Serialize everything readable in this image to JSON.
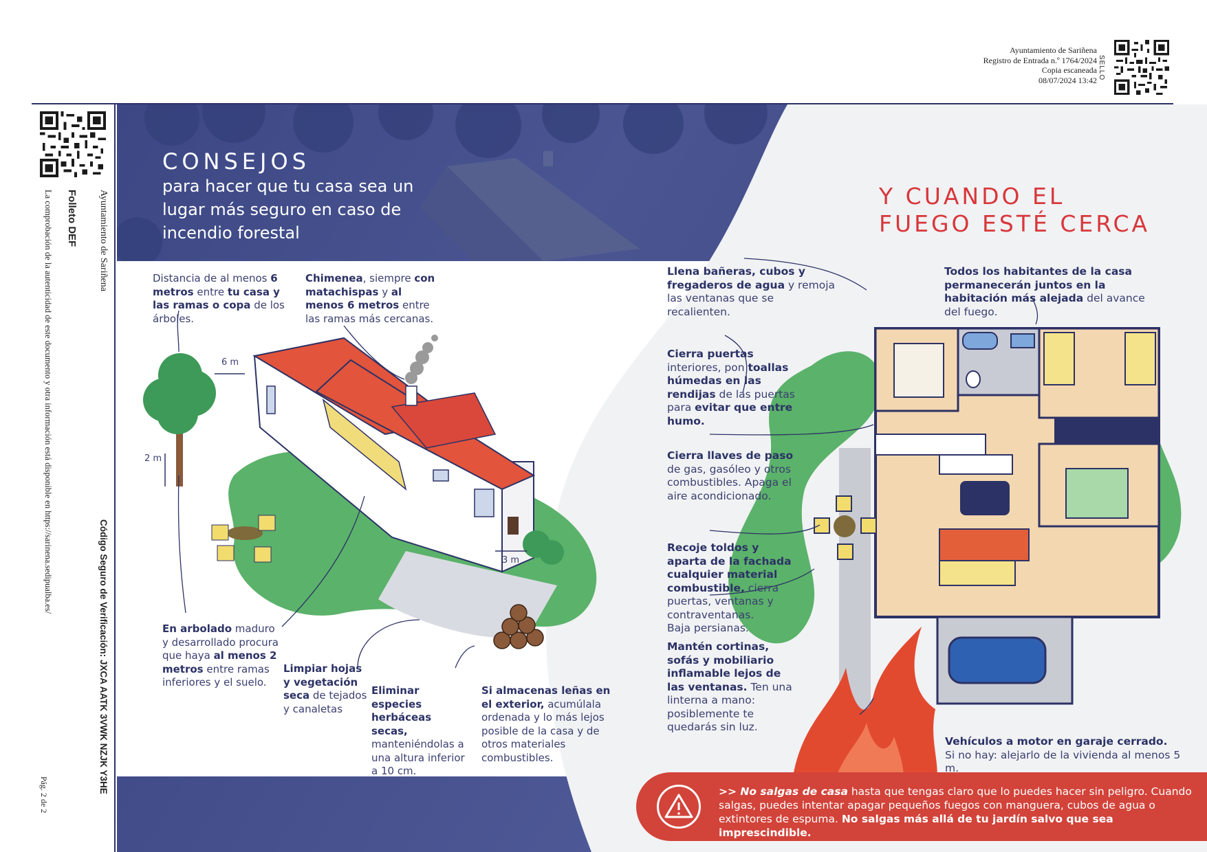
{
  "stamp": {
    "lines": [
      "Ayuntamiento de Sariñena",
      "Registro de Entrada n.º 1764/2024",
      "Copia escaneada",
      "08/07/2024 13:42"
    ],
    "sello": "SELLO"
  },
  "sidebar": {
    "issuer": "Ayuntamiento de Sariñena",
    "doc_title": "Folleto DEF",
    "verification_note": "La comprobación de la autenticidad de este documento y otra información está disponible en https://sarinena.sedipualba.es/",
    "csv_code": "Código Seguro de Verificación: JXCA AATK 3VWK NZJK Y3HE",
    "page_label": "Pág. 2 de 2"
  },
  "header": {
    "title": "CONSEJOS",
    "subtitle": "para hacer que tu casa sea un lugar más seguro en caso de incendio forestal",
    "right_title_line1": "Y CUANDO EL",
    "right_title_line2": "FUEGO ESTÉ CERCA"
  },
  "left_tips": {
    "distance": {
      "p1": "Distancia de al menos ",
      "b1": "6 metros",
      "p2": " entre ",
      "b2": "tu casa y las ramas o copa",
      "p3": " de los árboles."
    },
    "chimney": {
      "b1": "Chimenea",
      "p1": ", siempre ",
      "b2": "con matachispas",
      "p2": " y ",
      "b3": "al menos 6 metros",
      "p3": " entre las ramas más cercanas."
    },
    "woodland": {
      "b1": "En arbolado",
      "p1": " maduro y desarrollado procura que haya ",
      "b2": "al menos 2 metros",
      "p2": " entre ramas inferiores y el suelo."
    },
    "gutters": {
      "b1": "Limpiar hojas y vegetación seca",
      "p1": " de tejados y canaletas"
    },
    "herbs": {
      "b1": "Eliminar especies herbáceas secas,",
      "p1": " manteniéndolas a una altura inferior a 10 cm."
    },
    "firewood": {
      "b1": "Si almacenas leñas en el exterior,",
      "p1": " acumúlala ordenada y lo más lejos posible de la casa y de otros materiales combustibles."
    }
  },
  "dimensions": {
    "six_m": "6 m",
    "two_m": "2 m",
    "three_m": "3 m"
  },
  "right_tips": {
    "water": {
      "b1": "Llena bañeras, cubos y fregaderos de agua",
      "p1": " y remoja las ventanas que se recalienten."
    },
    "occupants": {
      "b1": "Todos los habitantes de la casa permanecerán juntos en la habitación más alejada",
      "p1": " del avance del fuego."
    },
    "doors": {
      "b1": "Cierra puertas",
      "p1": " interiores, pon ",
      "b2": "toallas húmedas en las rendijas",
      "p2": " de las puertas para ",
      "b3": "evitar que entre humo."
    },
    "valves": {
      "b1": "Cierra llaves de paso",
      "p1": " de gas, gasóleo y otros combustibles. Apaga el aire acondicionado."
    },
    "awnings": {
      "b1": "Recoje toldos y aparta de la fachada cualquier material combustible,",
      "p1": " cierra puertas, ventanas y contraventanas.",
      "p2": "Baja persianas."
    },
    "curtains": {
      "b1": "Mantén cortinas, sofás y mobiliario inflamable lejos de las ventanas.",
      "p1": " Ten una  linterna a mano: posiblemente te quedarás sin luz."
    },
    "vehicles": {
      "b1": "Vehículos a motor en garaje cerrado.",
      "p1": "Si no hay: alejarlo de la vivienda al menos 5 m."
    }
  },
  "banner": {
    "i1": ">> No salgas de casa",
    "p1": " hasta que tengas claro que lo puedes hacer sin peligro. Cuando salgas, puedes intentar apagar pequeños fuegos con manguera, cubos de agua o extintores de espuma. ",
    "b1": "No salgas más allá de tu jardín salvo que sea imprescindible."
  },
  "colors": {
    "navy": "#2c3266",
    "red": "#d8373b",
    "banner": "#d2433a",
    "green": "#5bb26a",
    "roof": "#e2543c"
  }
}
